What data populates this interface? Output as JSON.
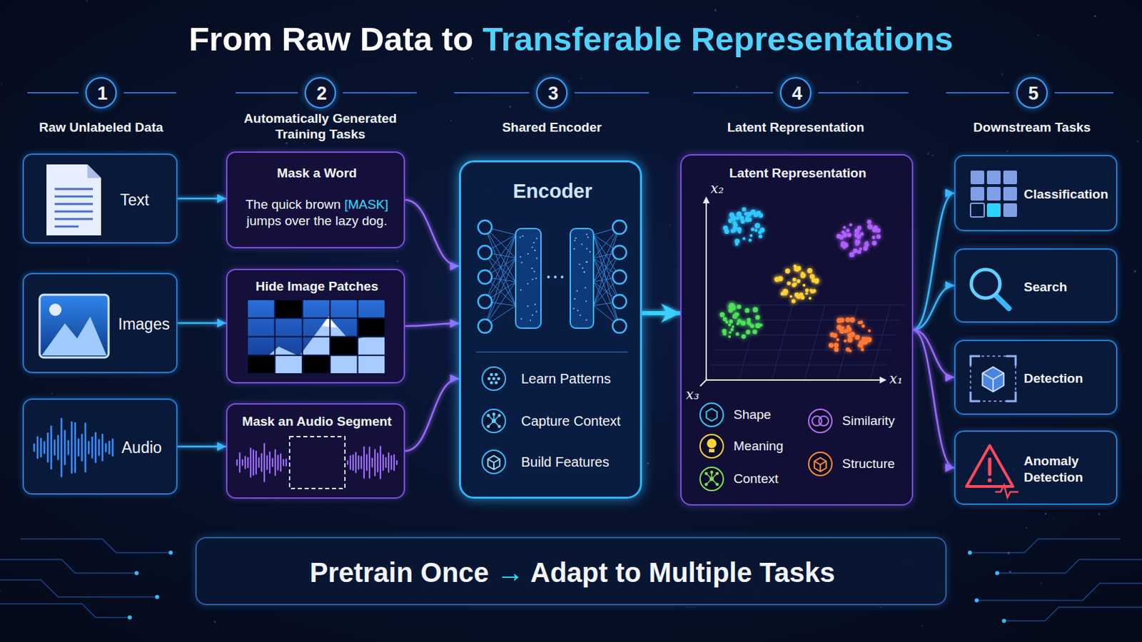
{
  "diagram": {
    "title": "From Raw Data to Transferable Representations",
    "nodes": [
      {
        "text": [
          "1"
        ]
      },
      {
        "text": [
          "2"
        ]
      },
      {
        "text": [
          "3"
        ]
      },
      {
        "text": [
          "4"
        ]
      },
      {
        "text": [
          "5"
        ]
      },
      {
        "text": [
          "Text"
        ]
      },
      {
        "text": [
          "Images"
        ]
      },
      {
        "text": [
          "Audio"
        ]
      },
      {
        "text": [
          "Mask a Word",
          "The quick brown [MASK] jumps over the lazy dog."
        ]
      },
      {
        "text": [
          "Hide Image Patches"
        ]
      },
      {
        "text": [
          "Mask an Audio Segment"
        ]
      },
      {
        "text": [
          "Encoder",
          "Learn Patterns",
          "Capture Context",
          "Build Features"
        ]
      },
      {
        "text": [
          "Latent Representation",
          "Shape",
          "Meaning",
          "Context",
          "Similarity",
          "Structure"
        ]
      },
      {
        "text": [
          "Classification"
        ]
      },
      {
        "text": [
          "Search"
        ]
      },
      {
        "text": [
          "Detection"
        ]
      },
      {
        "text": [
          "Anomaly Detection"
        ]
      },
      {
        "text": [
          "Pretrain Once → Adapt to Multiple Tasks"
        ]
      }
    ],
    "edges": [
      {
        "from": 5,
        "to": 8,
        "arrow": "to"
      },
      {
        "from": 6,
        "to": 9,
        "arrow": "to"
      },
      {
        "from": 7,
        "to": 10,
        "arrow": "to"
      },
      {
        "from": 8,
        "to": 11,
        "arrow": "to"
      },
      {
        "from": 9,
        "to": 11,
        "arrow": "to"
      },
      {
        "from": 10,
        "to": 11,
        "arrow": "to"
      },
      {
        "from": 11,
        "to": 12,
        "arrow": "to"
      },
      {
        "from": 12,
        "to": 13,
        "arrow": "to"
      },
      {
        "from": 12,
        "to": 14,
        "arrow": "to"
      },
      {
        "from": 12,
        "to": 15,
        "arrow": "to"
      },
      {
        "from": 12,
        "to": 16,
        "arrow": "to"
      }
    ],
    "labels": [
      "Raw Unlabeled Data",
      "Automatically Generated Training Tasks",
      "Shared Encoder",
      "Latent Representation",
      "Downstream Tasks",
      "x₂",
      "x₁",
      "x₃"
    ]
  }
}
